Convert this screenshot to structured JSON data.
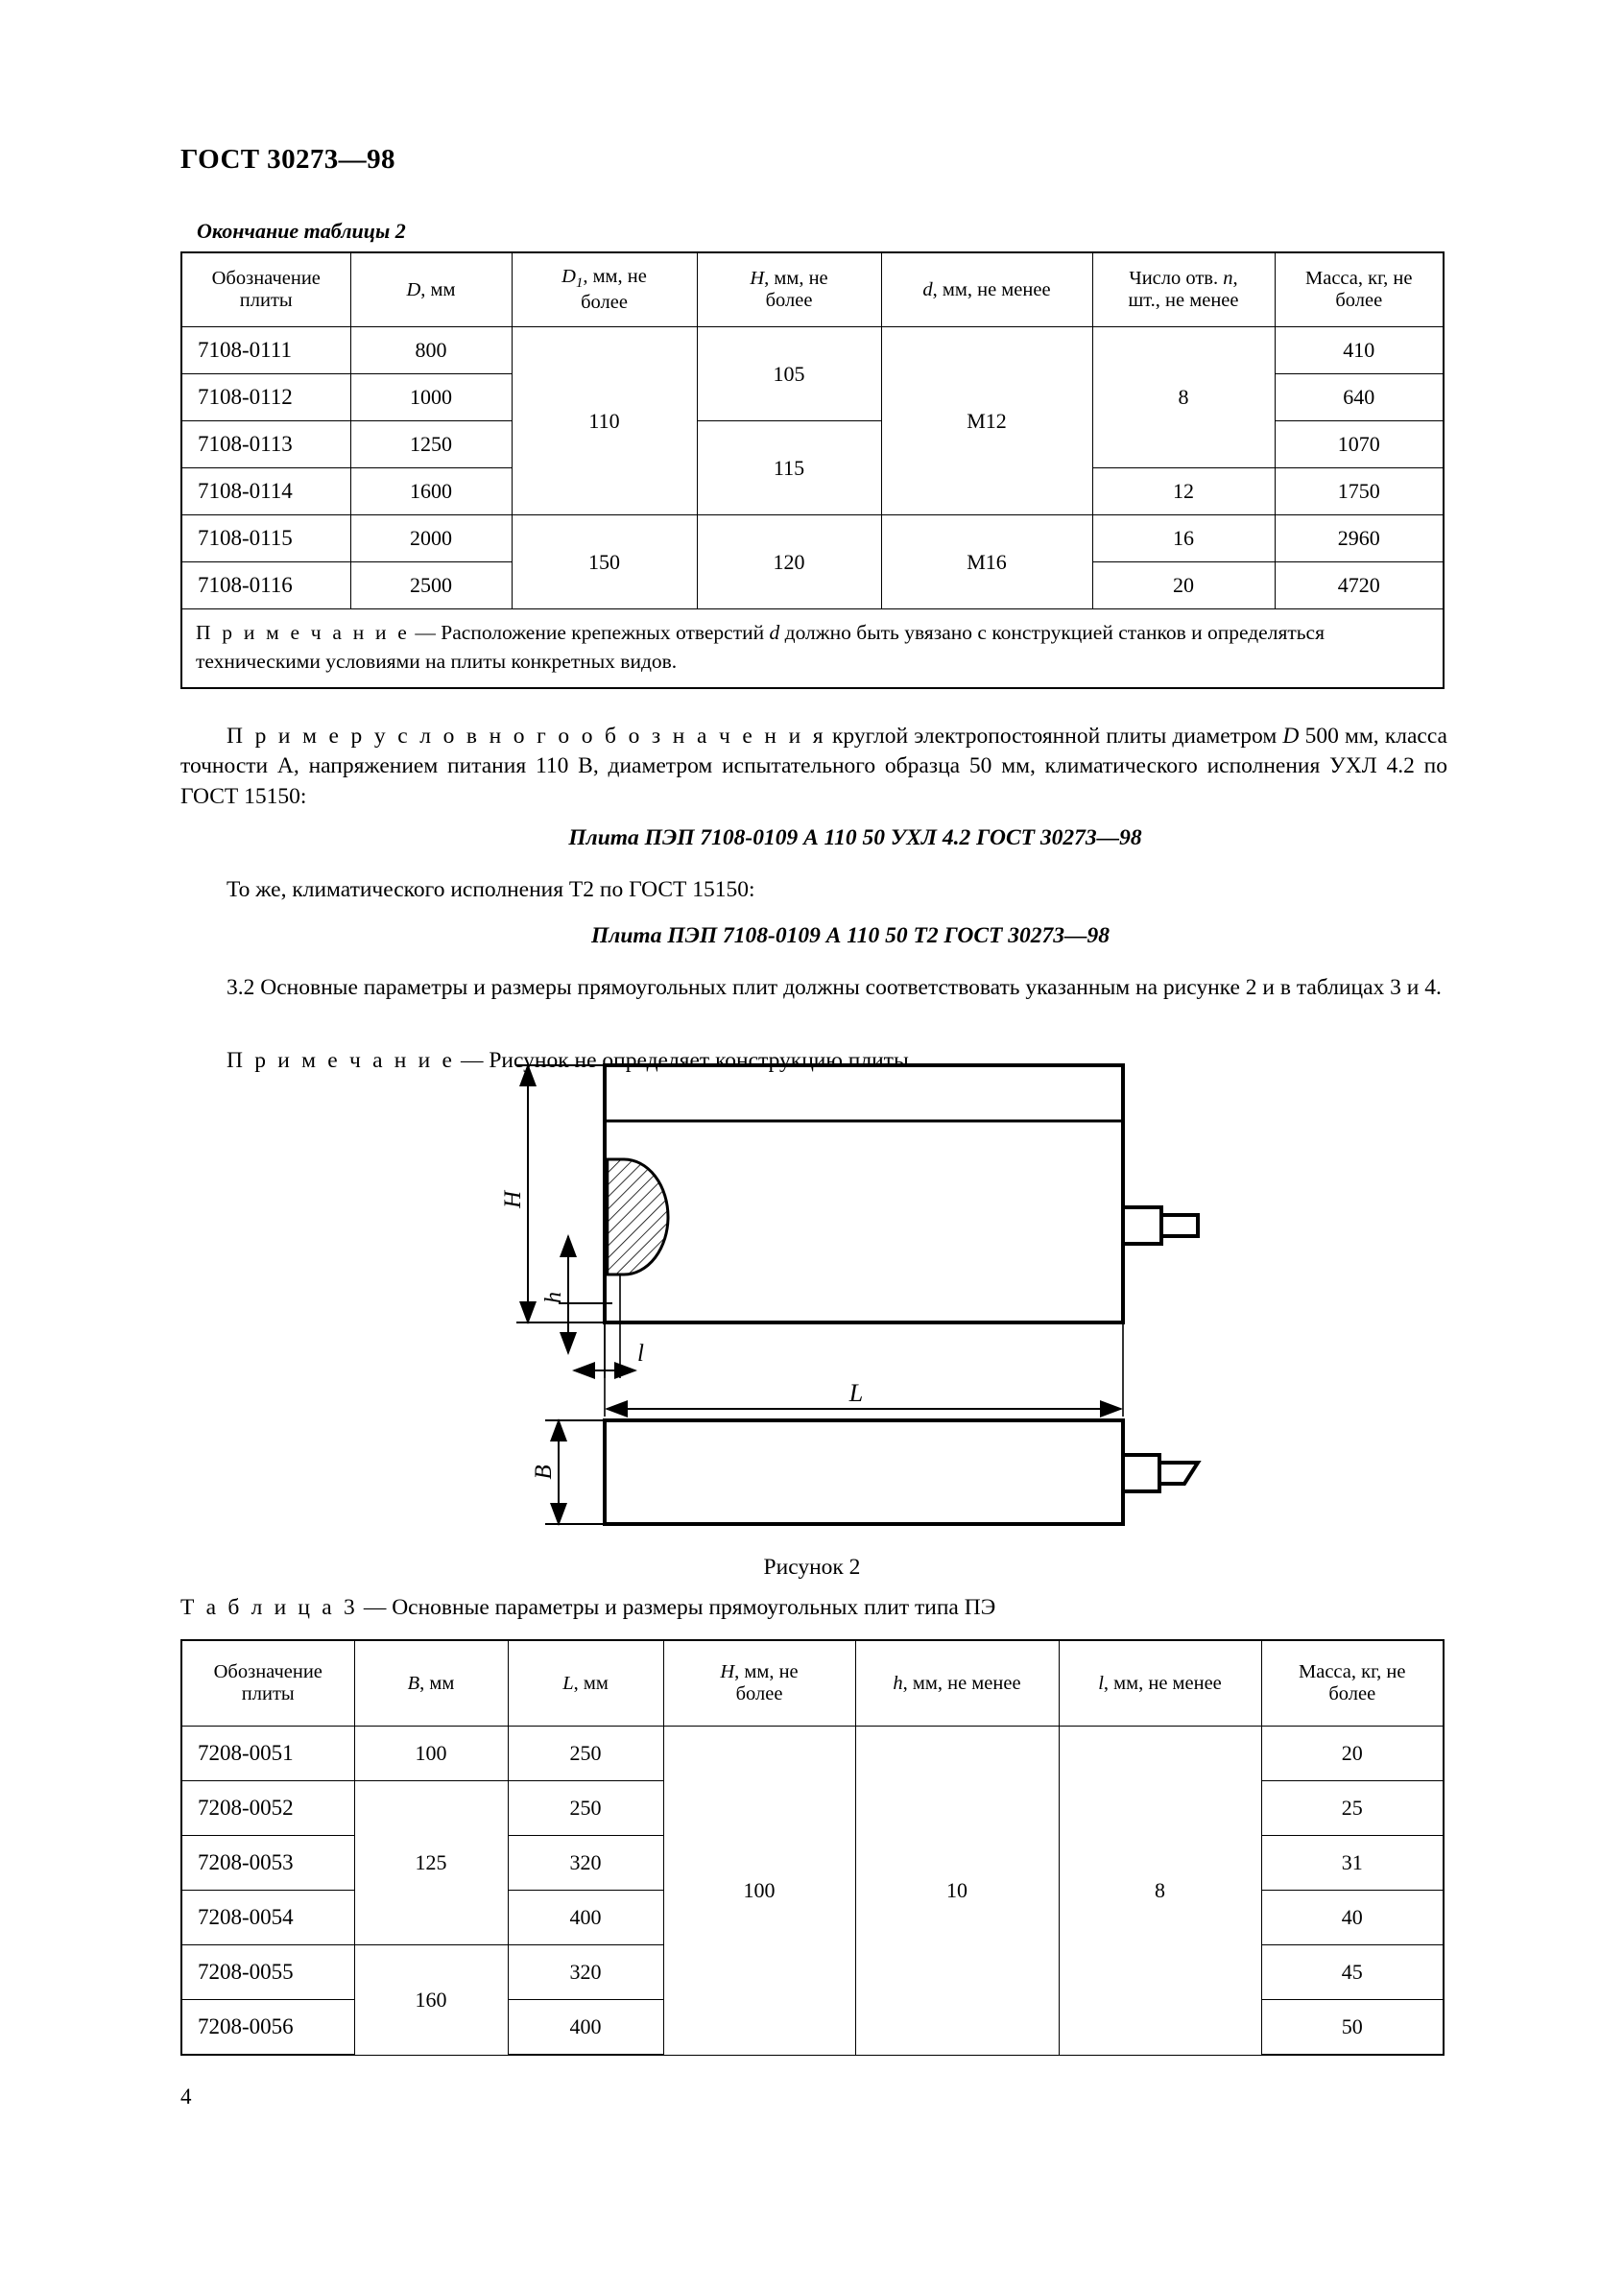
{
  "document": {
    "standard_header": "ГОСТ 30273—98",
    "page_number": "4"
  },
  "table2": {
    "continuation_label": "Окончание таблицы 2",
    "columns": [
      "Обозначение плиты",
      "D, мм",
      "D1, мм, не более",
      "H, мм, не более",
      "d, мм, не менее",
      "Число отв. n, шт., не менее",
      "Масса, кг, не более"
    ],
    "header_cells": {
      "designation_l1": "Обозначение",
      "designation_l2": "плиты",
      "D_unit": ", мм",
      "D1_unit": ", мм, не",
      "D1_l2": "более",
      "H_unit": ", мм, не",
      "H_l2": "более",
      "d_unit": ", мм, не менее",
      "n_l1": "Число отв. ",
      "n_l1b": ",",
      "n_l2": "шт., не менее",
      "mass_l1": "Масса, кг, не",
      "mass_l2": "более"
    },
    "rows": [
      {
        "designation": "7108-0111",
        "D": "800",
        "mass": "410"
      },
      {
        "designation": "7108-0112",
        "D": "1000",
        "mass": "640"
      },
      {
        "designation": "7108-0113",
        "D": "1250",
        "mass": "1070"
      },
      {
        "designation": "7108-0114",
        "D": "1600",
        "mass": "1750"
      },
      {
        "designation": "7108-0115",
        "D": "2000",
        "mass": "2960"
      },
      {
        "designation": "7108-0116",
        "D": "2500",
        "mass": "4720"
      }
    ],
    "merged": {
      "D1_top": "110",
      "D1_bottom": "150",
      "H_105": "105",
      "H_115": "115",
      "H_120": "120",
      "d_M12": "М12",
      "d_M16": "М16",
      "n_8": "8",
      "n_12": "12",
      "n_16": "16",
      "n_20": "20"
    },
    "note": {
      "label": "П р и м е ч а н и е",
      "text_a": " — Расположение крепежных отверстий ",
      "var": "d",
      "text_b": " должно быть увязано с конструкцией станков и определяться техническими условиями на плиты конкретных видов."
    }
  },
  "body": {
    "example_label": "П р и м е р   у с л о в н о г о   о б о з н а ч е н и я",
    "example_text_a": " круглой электропостоянной плиты диаметром ",
    "example_var": "D",
    "example_text_b": " 500 мм, класса точности А, напряжением питания 110 В, диаметром испытательного образца 50 мм, климатического исполнения УХЛ 4.2 по ГОСТ 15150:",
    "code_1": "Плита ПЭП 7108-0109 А 110 50 УХЛ 4.2 ГОСТ 30273—98",
    "same_text": "То же, климатического исполнения Т2 по ГОСТ 15150:",
    "code_2": "Плита ПЭП 7108-0109 А 110 50 Т2 ГОСТ 30273—98",
    "clause_32_number": "3.2",
    "clause_32_text": " Основные параметры и размеры прямоугольных плит должны соответствовать указанным на рисунке 2 и в таблицах 3 и 4.",
    "note_32_label": "П р и м е ч а н и е",
    "note_32_text": " — Рисунок не определяет конструкцию плиты."
  },
  "figure2": {
    "caption": "Рисунок 2",
    "dimension_labels": {
      "H": "H",
      "h": "h",
      "l": "l",
      "L": "L",
      "B": "B"
    }
  },
  "table3": {
    "title_label": "Т а б л и ц а  3",
    "title_text": " — Основные параметры и размеры прямоугольных плит типа ПЭ",
    "columns": [
      "Обозначение плиты",
      "B, мм",
      "L, мм",
      "H, мм, не более",
      "h, мм, не менее",
      "l, мм, не менее",
      "Масса, кг, не более"
    ],
    "header_cells": {
      "designation_l1": "Обозначение",
      "designation_l2": "плиты",
      "B_unit": ", мм",
      "L_unit": ", мм",
      "H_unit": ", мм, не",
      "H_l2": "более",
      "h_unit": ", мм, не менее",
      "l_unit": ", мм, не менее",
      "mass_l1": "Масса, кг, не",
      "mass_l2": "более"
    },
    "rows": [
      {
        "designation": "7208-0051",
        "L": "250",
        "mass": "20"
      },
      {
        "designation": "7208-0052",
        "L": "250",
        "mass": "25"
      },
      {
        "designation": "7208-0053",
        "L": "320",
        "mass": "31"
      },
      {
        "designation": "7208-0054",
        "L": "400",
        "mass": "40"
      },
      {
        "designation": "7208-0055",
        "L": "320",
        "mass": "45"
      },
      {
        "designation": "7208-0056",
        "L": "400",
        "mass": "50"
      }
    ],
    "merged": {
      "B_100": "100",
      "B_125": "125",
      "B_160": "160",
      "H": "100",
      "h": "10",
      "l": "8"
    }
  }
}
